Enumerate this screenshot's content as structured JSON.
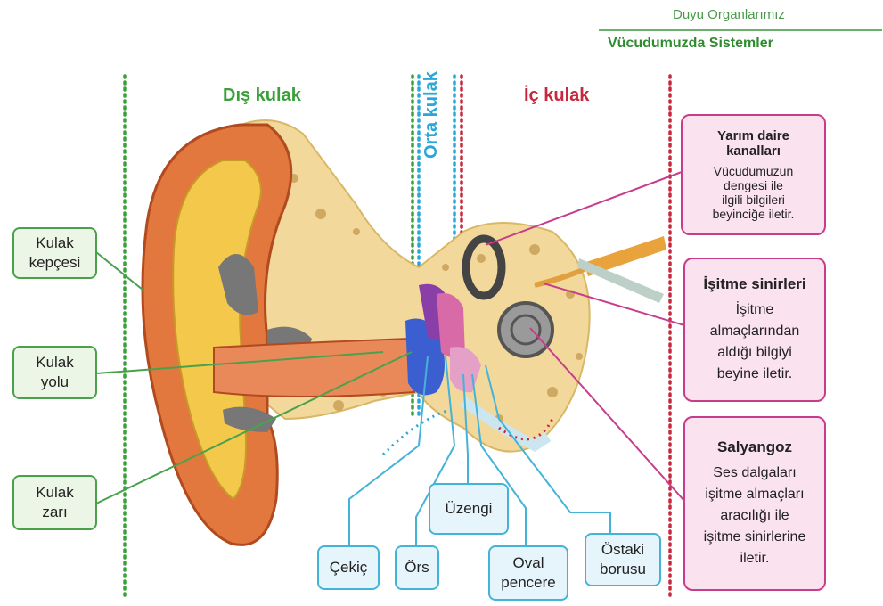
{
  "header": {
    "subject": "Duyu Organlarımız",
    "unit": "Vücudumuzda Sistemler"
  },
  "zones": {
    "outer": "Dış kulak",
    "middle": "Orta kulak",
    "inner": "İç kulak"
  },
  "left_labels": {
    "pinna": [
      "Kulak",
      "kepçesi"
    ],
    "canal": [
      "Kulak",
      "yolu"
    ],
    "eardrum": [
      "Kulak",
      "zarı"
    ]
  },
  "bottom_labels": {
    "hammer": "Çekiç",
    "anvil": "Örs",
    "stirrup": "Üzengi",
    "oval_window": [
      "Oval",
      "pencere"
    ],
    "eustachian": [
      "Östaki",
      "borusu"
    ]
  },
  "info_boxes": {
    "semicircular": {
      "title": [
        "Yarım daire",
        "kanalları"
      ],
      "text": [
        "Vücudumuzun",
        "dengesi ile",
        "ilgili bilgileri",
        "beyinciğe iletir."
      ]
    },
    "nerves": {
      "title": [
        "İşitme sinirleri"
      ],
      "text": [
        "İşitme",
        "almaçlarından",
        "aldığı bilgiyi",
        "beyine iletir."
      ]
    },
    "cochlea": {
      "title": [
        "Salyangoz"
      ],
      "text": [
        "Ses dalgaları",
        "işitme almaçları",
        "aracılığı ile",
        "işitme sinirlerine",
        "iletir."
      ]
    }
  },
  "colors": {
    "green": "#49a24b",
    "blue": "#44b3d8",
    "pink": "#c83c8c",
    "red_dots": "#c8283c"
  }
}
